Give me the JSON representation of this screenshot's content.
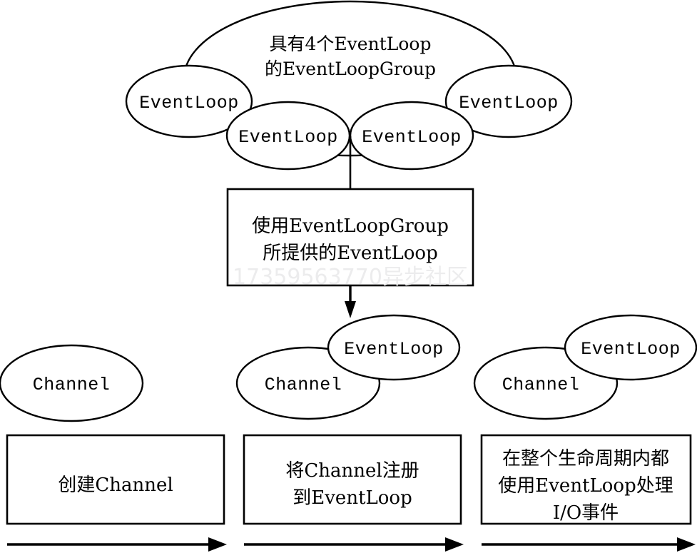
{
  "diagram": {
    "title_text_line1": "具有4个EventLoop",
    "title_text_line2": "的EventLoopGroup",
    "watermark": "17359563770异步社区",
    "event_loop_group": {
      "label": "EventLoopGroup",
      "count": 4,
      "event_loops": [
        {
          "label": "EventLoop"
        },
        {
          "label": "EventLoop"
        },
        {
          "label": "EventLoop"
        },
        {
          "label": "EventLoop"
        }
      ]
    },
    "middle_box": {
      "line1": "使用EventLoopGroup",
      "line2": "所提供的EventLoop"
    },
    "stages": [
      {
        "id": "create-channel",
        "channel_label": "Channel",
        "event_loop_label": "",
        "box_lines": [
          "创建Channel"
        ]
      },
      {
        "id": "register-channel",
        "channel_label": "Channel",
        "event_loop_label": "EventLoop",
        "box_lines": [
          "将Channel注册",
          "到EventLoop"
        ]
      },
      {
        "id": "handle-io",
        "channel_label": "Channel",
        "event_loop_label": "EventLoop",
        "box_lines": [
          "在整个生命周期内都",
          "使用EventLoop处理",
          "I/O事件"
        ]
      }
    ],
    "colors": {
      "stroke": "#000000",
      "fill": "#ffffff",
      "watermark": "#ececed"
    }
  }
}
